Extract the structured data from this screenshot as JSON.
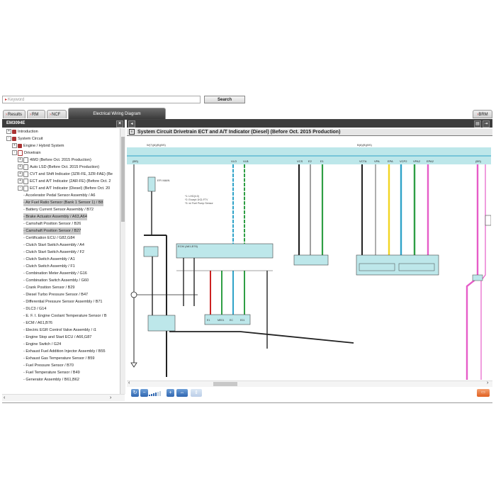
{
  "search": {
    "placeholder": "Keyword",
    "button_label": "Search"
  },
  "tabs": [
    {
      "label": "Results"
    },
    {
      "label": "RM"
    },
    {
      "label": "NCF"
    },
    {
      "label": "Electrical Wiring Diagram"
    }
  ],
  "brm_tab": {
    "label": "BRM"
  },
  "left_panel": {
    "title": "EM3094E"
  },
  "tree": [
    {
      "label": "Introduction"
    },
    {
      "label": "System Circuit"
    },
    {
      "label": "Engine / Hybrid System"
    },
    {
      "label": "Drivetrain"
    },
    {
      "label": "4WD (Before Oct. 2015 Production)"
    },
    {
      "label": "Auto LSD (Before Oct. 2015 Production)"
    },
    {
      "label": "CVT and Shift Indicator (3ZR-FE, 3ZR-FAE) (Be"
    },
    {
      "label": "ECT and A/T Indicator (2AR-FE) (Before Oct. 2"
    },
    {
      "label": "ECT and A/T Indicator (Diesel) (Before Oct. 20"
    },
    {
      "label": "- Accelerator Pedal Sensor Assembly / A6"
    },
    {
      "label": "- Air Fuel Ratio Sensor (Bank 1 Sensor 1) / B8"
    },
    {
      "label": "- Battery Current Sensor Assembly / B72"
    },
    {
      "label": "- Brake Actuator Assembly / A63,A64"
    },
    {
      "label": "- Camshaft Position Sensor / B26"
    },
    {
      "label": "- Camshaft Position Sensor / B27"
    },
    {
      "label": "- Certification ECU / G82,G84"
    },
    {
      "label": "- Clutch Start Switch Assembly / A4"
    },
    {
      "label": "- Clutch Start Switch Assembly / F2"
    },
    {
      "label": "- Clutch Switch Assembly / A1"
    },
    {
      "label": "- Clutch Switch Assembly / F1"
    },
    {
      "label": "- Combination Meter Assembly / G16"
    },
    {
      "label": "- Combination Switch Assembly / G60"
    },
    {
      "label": "- Crank Position Sensor / B29"
    },
    {
      "label": "- Diesel Turbo Pressure Sensor / B47"
    },
    {
      "label": "- Differential Pressure Sensor Assembly / B71"
    },
    {
      "label": "- DLC3 / G14"
    },
    {
      "label": "- E. F. I. Engine Coolant Temperature Sensor / B"
    },
    {
      "label": "- ECM / A61,B76"
    },
    {
      "label": "- Electric EGR Control Valve Assembly / i1"
    },
    {
      "label": "- Engine Stop and Start ECU / A66,G87"
    },
    {
      "label": "- Engine Switch / G24"
    },
    {
      "label": "- Exhaust Fuel Addition Injector Assembly / B55"
    },
    {
      "label": "- Exhaust Gas Temperature Sensor / B59"
    },
    {
      "label": "- Fuel Pressure Sensor / B70"
    },
    {
      "label": "- Fuel Temperature Sensor / B49"
    },
    {
      "label": "- Generator Assembly / B61,B62"
    }
  ],
  "diagram": {
    "title": "System Circuit  Drivetrain  ECT and A/T Indicator (Diesel) (Before Oct. 2015 Production)",
    "top_labels": [
      "W(7)(6)(B)(BS)",
      "B(6)(B)(BS)"
    ],
    "pin_labels": [
      "(BS)",
      "VLO",
      "VLB",
      "VCS",
      "E2",
      "E1",
      "VCTA",
      "VPA",
      "EPA",
      "VCP2",
      "VPA2",
      "EPA2",
      "(BS)"
    ],
    "notes": [
      "*1: LHD(4.0)",
      "*2: Except 1KD-FTV",
      "*3: w/ Fuel Pump Sensor"
    ],
    "connector_label": "ECM (A61,B76)",
    "fuse_label": "EFI MAIN",
    "bottom_labels": [
      "E1",
      "ME01",
      "EC",
      "E01"
    ]
  },
  "colors": {
    "accent": "#2f66b0",
    "wire_blue": "#2fa3c8",
    "wire_green": "#2e9e44",
    "wire_red": "#cc2222",
    "wire_yellow": "#f2d422",
    "wire_pink": "#e65cc8",
    "bus_cyan": "#bde7ea"
  },
  "icons": [
    "shield-icon",
    "close-icon",
    "chevron-left-icon",
    "rotate-icon",
    "zoom-icon",
    "print-icon",
    "copy-icon",
    "exit-icon"
  ]
}
